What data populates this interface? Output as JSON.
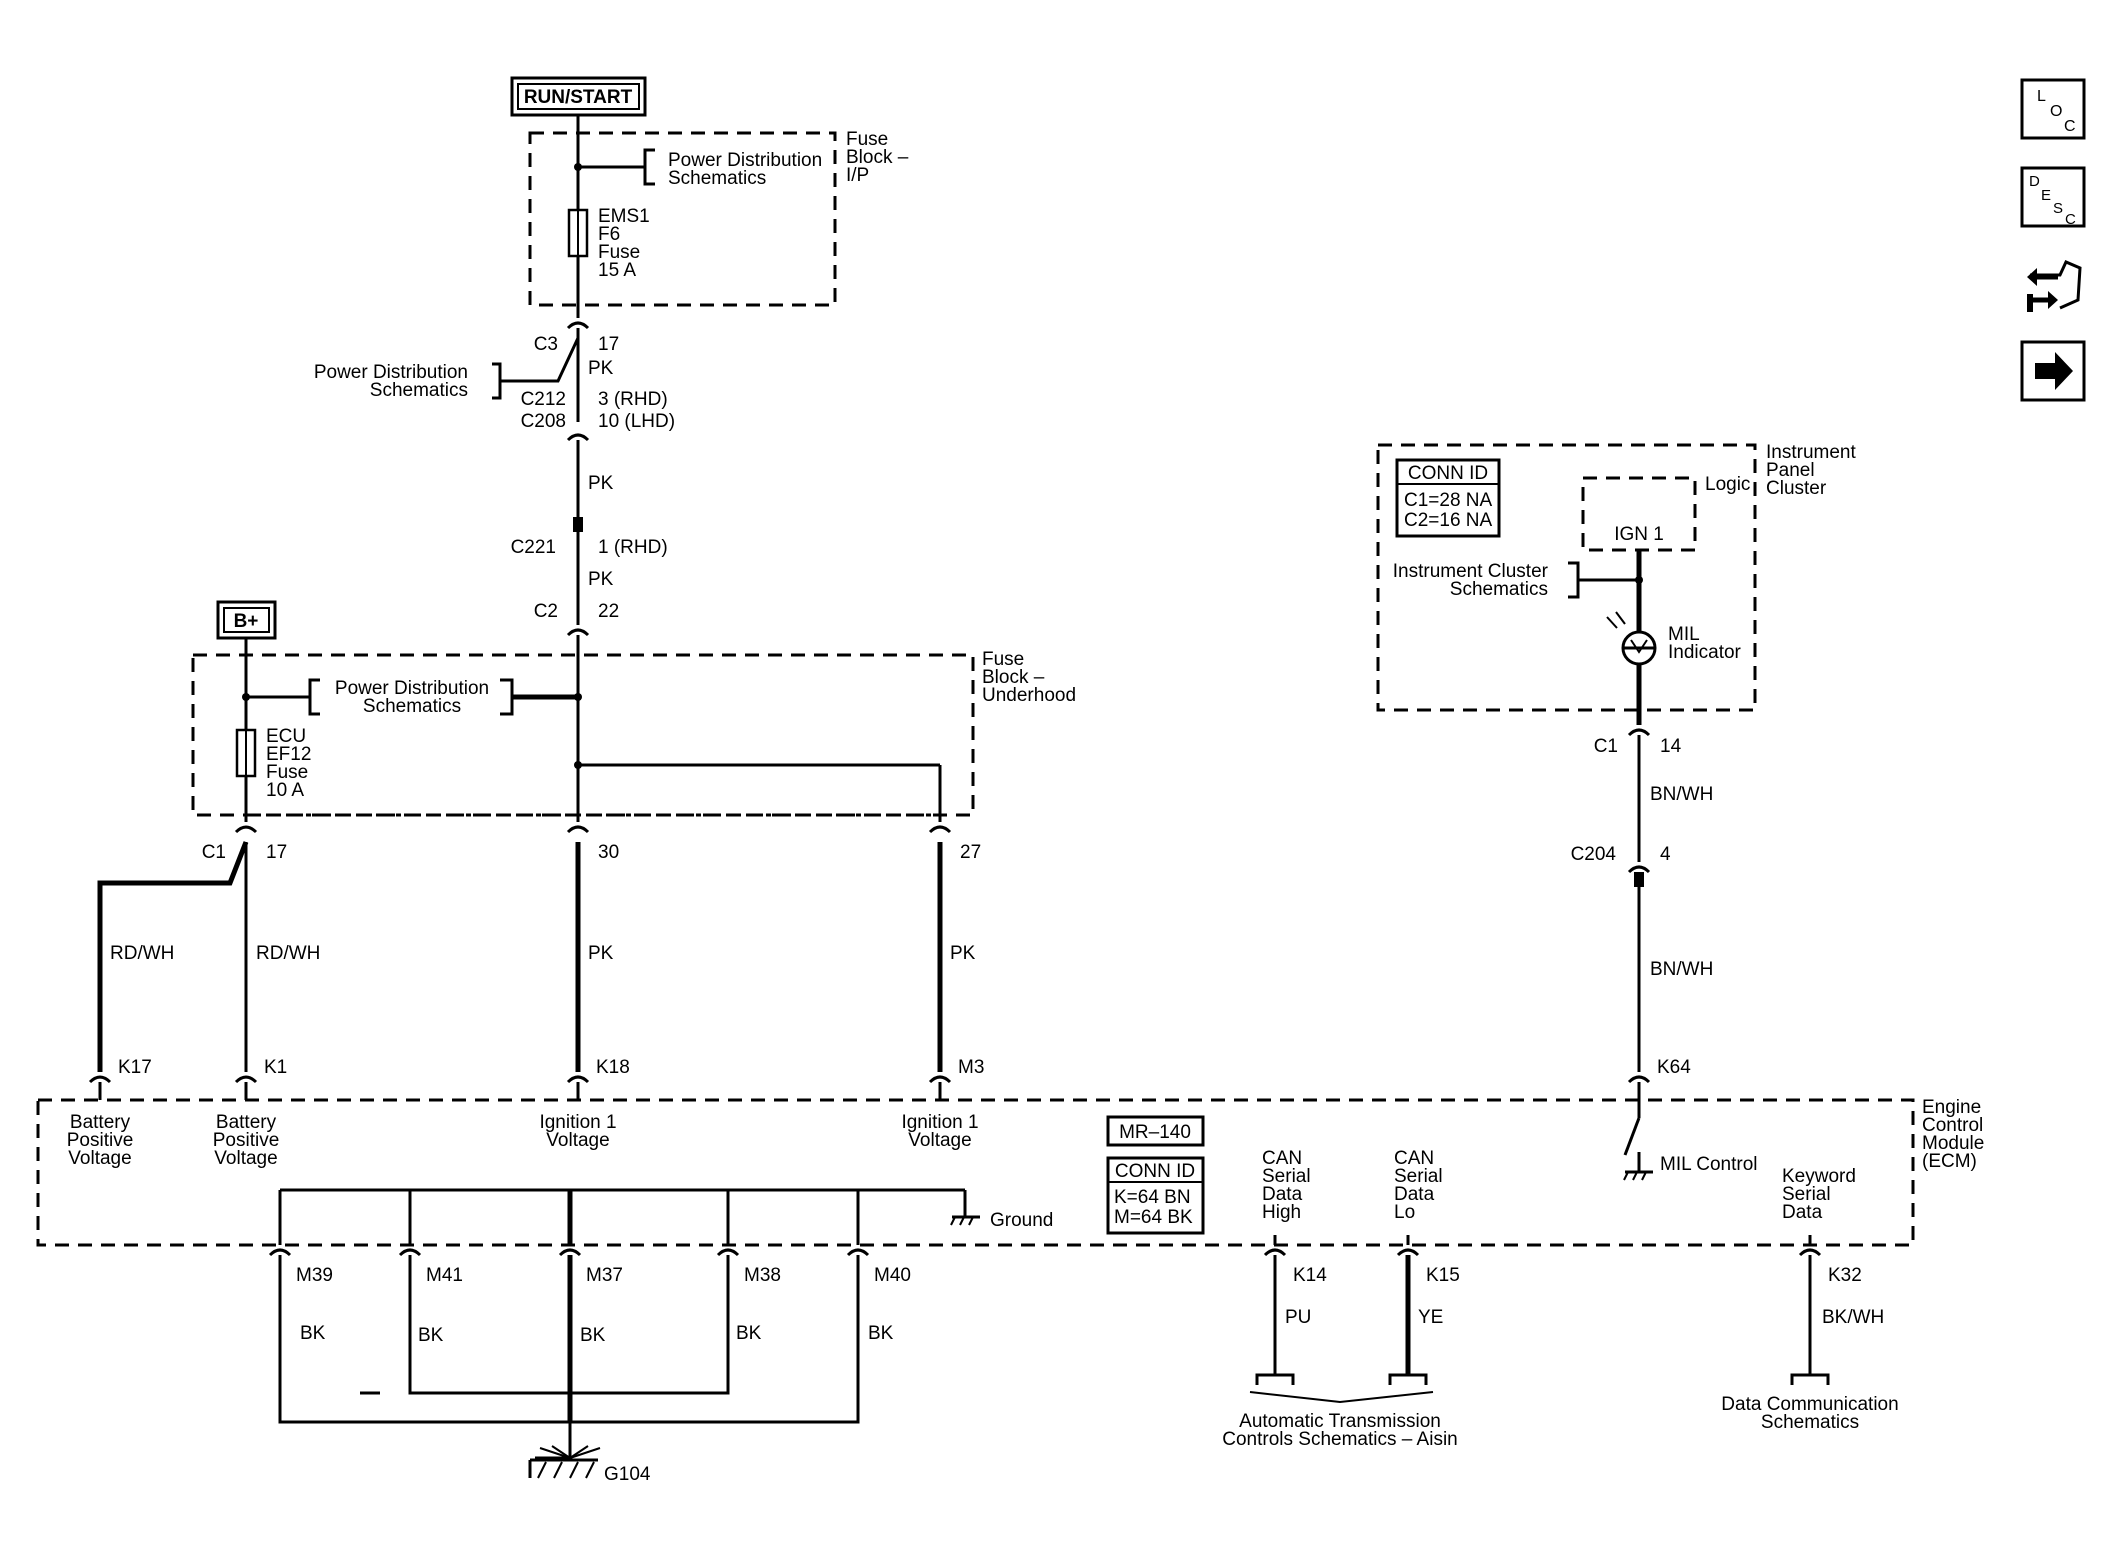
{
  "sources": {
    "run_start": "RUN/START",
    "bplus": "B+"
  },
  "fuse_block_ip": {
    "title_lines": [
      "Fuse",
      "Block –",
      "I/P"
    ],
    "pd_ref_lines": [
      "Power Distribution",
      "Schematics"
    ],
    "fuse_lines": [
      "EMS1",
      "F6",
      "Fuse",
      "15 A"
    ]
  },
  "upper_harness": {
    "c3": "C3",
    "c3_pin": "17",
    "wire1": "PK",
    "pd_ref_lines": [
      "Power Distribution",
      "Schematics"
    ],
    "c212": "C212",
    "c212_pin": "3 (RHD)",
    "c208": "C208",
    "c208_pin": "10 (LHD)",
    "wire2": "PK",
    "c221": "C221",
    "c221_pin": "1 (RHD)",
    "wire3": "PK",
    "c2": "C2",
    "c2_pin": "22"
  },
  "fuse_block_underhood": {
    "title_lines": [
      "Fuse",
      "Block –",
      "Underhood"
    ],
    "pd_ref_lines": [
      "Power Distribution",
      "Schematics"
    ],
    "fuse_lines": [
      "ECU",
      "EF12",
      "Fuse",
      "10 A"
    ],
    "c1": "C1",
    "pin17": "17",
    "pin30": "30",
    "pin27": "27"
  },
  "wires_to_ecm": {
    "w1": "RD/WH",
    "w2": "RD/WH",
    "w3": "PK",
    "w4": "PK",
    "w5a": "BN/WH",
    "w5b": "BN/WH"
  },
  "ipc": {
    "title_lines": [
      "Instrument",
      "Panel",
      "Cluster"
    ],
    "conn_id": "CONN ID",
    "conn_lines": [
      "C1=28 NA",
      "C2=16 NA"
    ],
    "logic": "Logic",
    "ign1": "IGN 1",
    "ref_lines": [
      "Instrument Cluster",
      "Schematics"
    ],
    "mil_lines": [
      "MIL",
      "Indicator"
    ],
    "c1": "C1",
    "c1_pin": "14",
    "c204": "C204",
    "c204_pin": "4"
  },
  "ecm": {
    "title_lines": [
      "Engine",
      "Control",
      "Module",
      "(ECM)"
    ],
    "mr_label": "MR–140",
    "conn_id": "CONN ID",
    "conn_lines": [
      "K=64 BN",
      "M=64 BK"
    ],
    "pins_top": [
      "K17",
      "K1",
      "K18",
      "M3",
      "K64"
    ],
    "in1_lines": [
      "Battery",
      "Positive",
      "Voltage"
    ],
    "in2_lines": [
      "Battery",
      "Positive",
      "Voltage"
    ],
    "in3_lines": [
      "Ignition 1",
      "Voltage"
    ],
    "in4_lines": [
      "Ignition 1",
      "Voltage"
    ],
    "mil_control": "MIL Control",
    "ground": "Ground",
    "can_high_lines": [
      "CAN",
      "Serial",
      "Data",
      "High"
    ],
    "can_lo_lines": [
      "CAN",
      "Serial",
      "Data",
      "Lo"
    ],
    "keyword_lines": [
      "Keyword",
      "Serial",
      "Data"
    ]
  },
  "grounds": {
    "pins": [
      "M39",
      "M41",
      "M37",
      "M38",
      "M40"
    ],
    "wires": [
      "BK",
      "BK",
      "BK",
      "BK",
      "BK"
    ],
    "g104": "G104"
  },
  "bottom": {
    "k14": "K14",
    "pu": "PU",
    "k15": "K15",
    "ye": "YE",
    "k32": "K32",
    "bkwh": "BK/WH",
    "at_ref_lines": [
      "Automatic Transmission",
      "Controls Schematics – Aisin"
    ],
    "dc_ref_lines": [
      "Data Communication",
      "Schematics"
    ]
  },
  "nav_icons": [
    "loc-icon",
    "desc-icon",
    "connector-hand-icon",
    "next-arrow-icon"
  ]
}
